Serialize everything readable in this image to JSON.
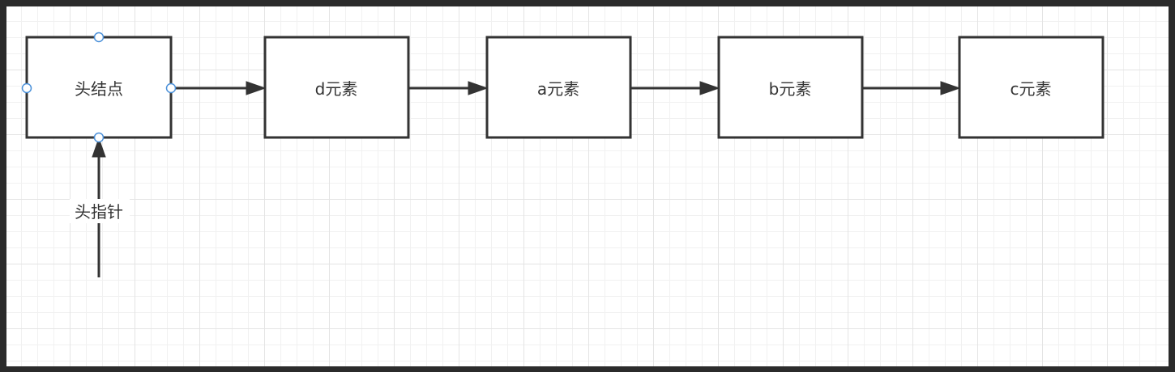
{
  "colors": {
    "frame": "#2b2b2b",
    "node_stroke": "#333333",
    "selection_handle": "#4a90d9"
  },
  "nodes": [
    {
      "id": "head-node",
      "label": "头结点",
      "selected": true
    },
    {
      "id": "node-d",
      "label": "d元素"
    },
    {
      "id": "node-a",
      "label": "a元素"
    },
    {
      "id": "node-b",
      "label": "b元素"
    },
    {
      "id": "node-c",
      "label": "c元素"
    }
  ],
  "edges": [
    {
      "from": "head-node",
      "to": "node-d"
    },
    {
      "from": "node-d",
      "to": "node-a"
    },
    {
      "from": "node-a",
      "to": "node-b"
    },
    {
      "from": "node-b",
      "to": "node-c"
    }
  ],
  "head_pointer": {
    "label": "头指针",
    "target": "head-node"
  }
}
